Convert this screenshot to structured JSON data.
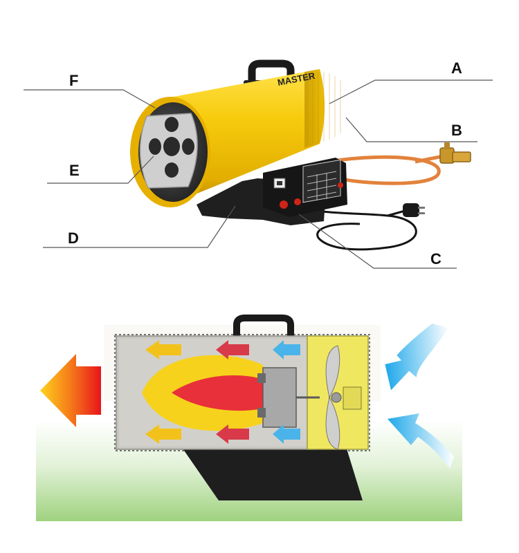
{
  "labels": {
    "a": "A",
    "b": "B",
    "c": "C",
    "d": "D",
    "e": "E",
    "f": "F"
  },
  "brand": "MASTER",
  "colors": {
    "body_yellow": "#f2c200",
    "casing_dark": "#1e1e1e",
    "hose_orange": "#e2823c",
    "brass": "#c8962a",
    "flame_yellow": "#f7d21c",
    "flame_red": "#e8303a",
    "air_blue": "#37b4ec",
    "hot_arrow": "#f04a14",
    "ground_green": "#9fd27f"
  },
  "icons": [
    "heater-unit",
    "air-flow-arrows",
    "hot-air-arrow",
    "flame",
    "fan"
  ]
}
